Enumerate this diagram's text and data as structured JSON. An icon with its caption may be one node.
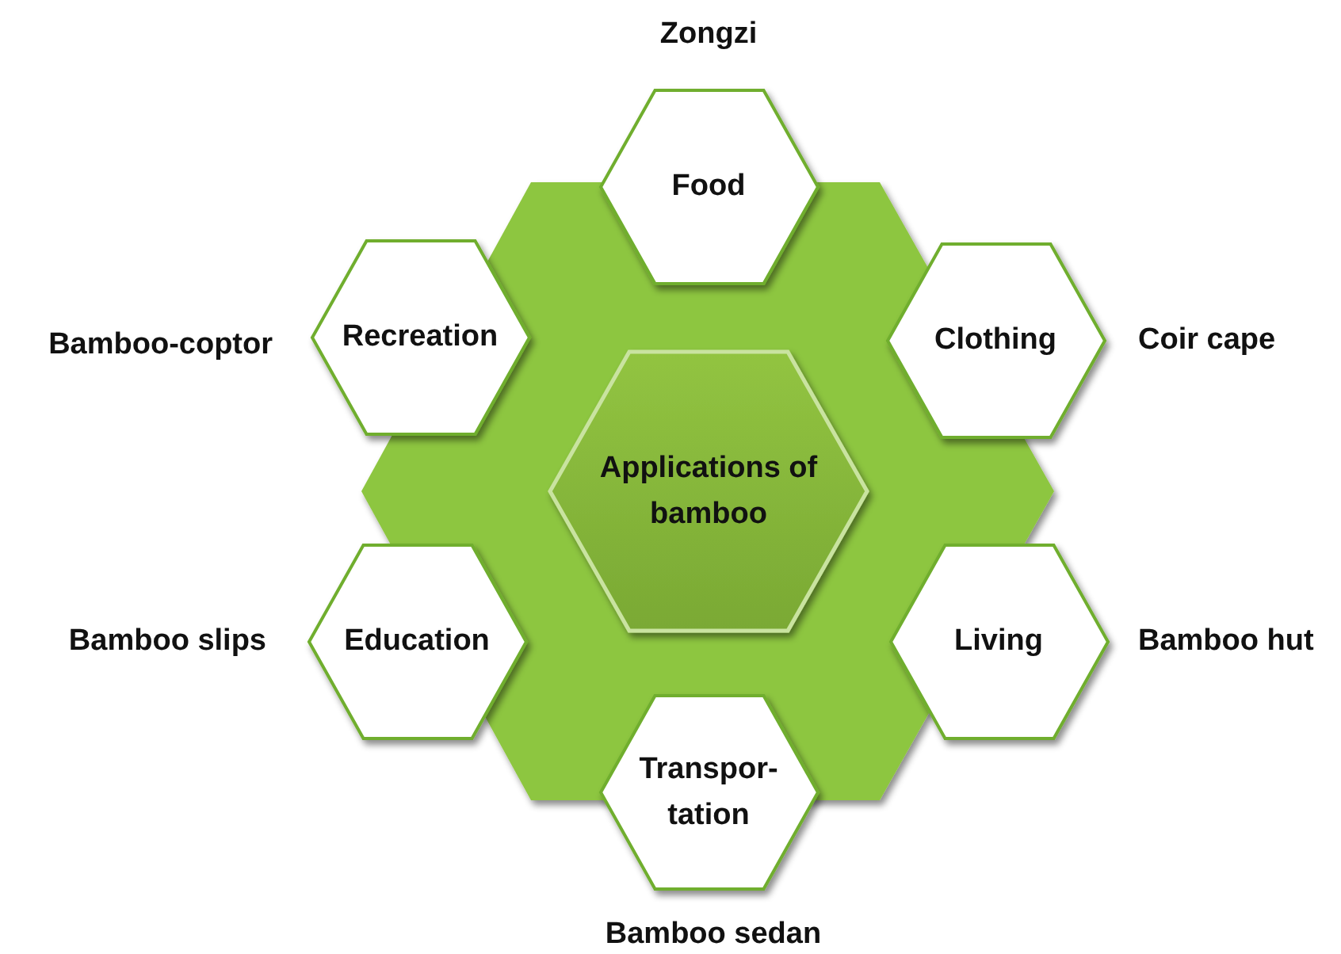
{
  "diagram": {
    "nodes": [
      {
        "text": [
          "Applications of bamboo"
        ]
      },
      {
        "text": [
          "Food"
        ],
        "beside": [
          "Zongzi"
        ]
      },
      {
        "text": [
          "Recreation"
        ],
        "beside": [
          "Bamboo-coptor"
        ]
      },
      {
        "text": [
          "Clothing"
        ],
        "beside": [
          "Coir cape"
        ]
      },
      {
        "text": [
          "Education"
        ],
        "beside": [
          "Bamboo slips"
        ]
      },
      {
        "text": [
          "Living"
        ],
        "beside": [
          "Bamboo hut"
        ]
      },
      {
        "text": [
          "Transpor- tation"
        ],
        "beside": [
          "Bamboo sedan"
        ]
      }
    ],
    "edges": []
  }
}
